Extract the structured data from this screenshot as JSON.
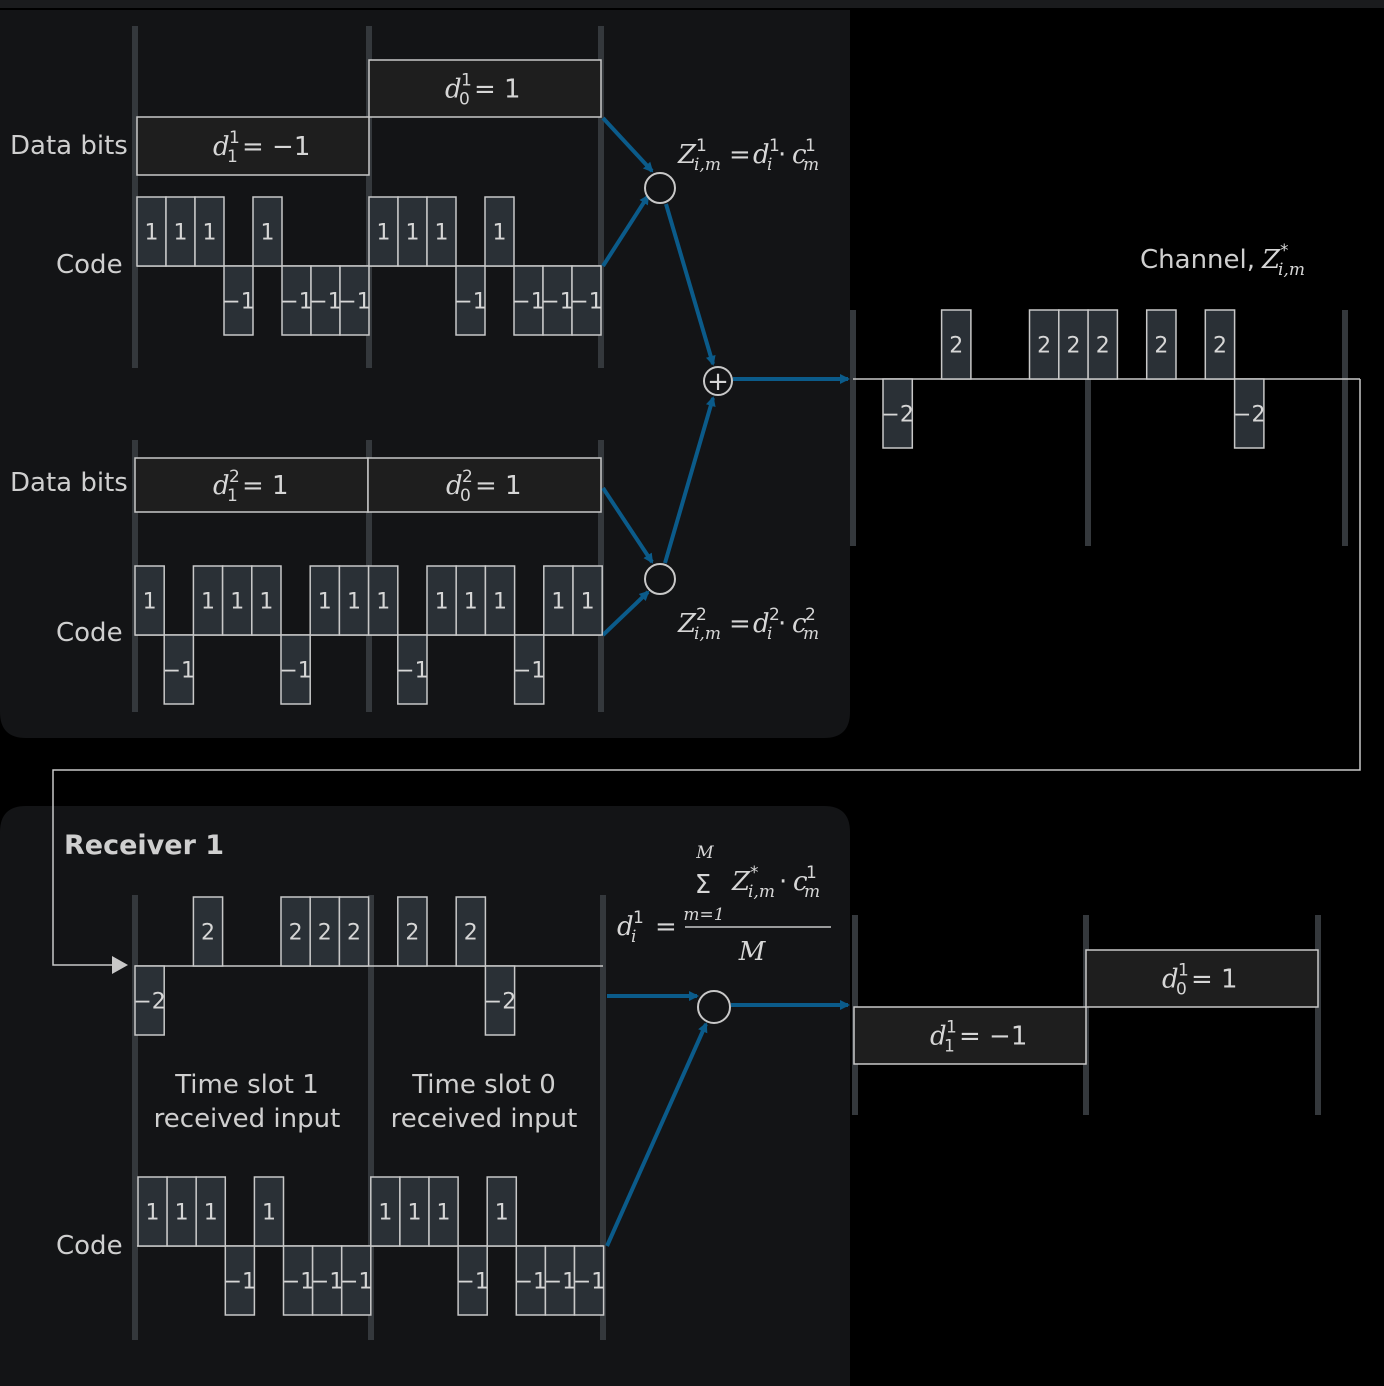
{
  "colors": {
    "background": "#000000",
    "panel": "#131416",
    "chip_fill": "#2a3036",
    "bit_fill": "#1e1e1e",
    "stroke": "#c8c8c8",
    "arrow": "#0b5b8a",
    "slot_line": "#34383c"
  },
  "labels": {
    "data_bits": "Data bits",
    "code": "Code",
    "channel": "Channel, ",
    "channel_sym": "Z",
    "channel_sup": "*",
    "channel_sub": "i,m",
    "receiver": "Receiver 1",
    "slot1_line1": "Time slot 1",
    "slot1_line2": "received input",
    "slot0_line1": "Time slot 0",
    "slot0_line2": "received input"
  },
  "sender1": {
    "bits": [
      {
        "sym": "d",
        "sup": "1",
        "sub": "1",
        "value": "= −1",
        "level": -1
      },
      {
        "sym": "d",
        "sup": "1",
        "sub": "0",
        "value": "= 1",
        "level": 1
      }
    ],
    "code": [
      1,
      1,
      1,
      -1,
      1,
      -1,
      -1,
      -1,
      1,
      1,
      1,
      -1,
      1,
      -1,
      -1,
      -1
    ],
    "code_labels": [
      "1",
      "1",
      "1",
      "−1",
      "1",
      "−1",
      "−1",
      "−1",
      "1",
      "1",
      "1",
      "−1",
      "1",
      "−1",
      "−1",
      "−1"
    ],
    "formula": {
      "lhs": "Z",
      "lhs_sup": "1",
      "lhs_sub": "i,m",
      "eq": "=",
      "d": "d",
      "d_sup": "1",
      "d_sub": "i",
      "dot": "·",
      "c": "c",
      "c_sup": "1",
      "c_sub": "m"
    }
  },
  "sender2": {
    "bits": [
      {
        "sym": "d",
        "sup": "2",
        "sub": "1",
        "value": "= 1",
        "level": 1
      },
      {
        "sym": "d",
        "sup": "2",
        "sub": "0",
        "value": "= 1",
        "level": 1
      }
    ],
    "code": [
      1,
      -1,
      1,
      1,
      1,
      -1,
      1,
      1,
      1,
      -1,
      1,
      1,
      1,
      -1,
      1,
      1
    ],
    "code_labels": [
      "1",
      "−1",
      "1",
      "1",
      "1",
      "−1",
      "1",
      "1",
      "1",
      "−1",
      "1",
      "1",
      "1",
      "−1",
      "1",
      "1"
    ],
    "formula": {
      "lhs": "Z",
      "lhs_sup": "2",
      "lhs_sub": "i,m",
      "eq": "=",
      "d": "d",
      "d_sup": "2",
      "d_sub": "i",
      "dot": "·",
      "c": "c",
      "c_sup": "2",
      "c_sub": "m"
    }
  },
  "sum_symbol": "+",
  "channel_signal": [
    -2,
    0,
    2,
    0,
    0,
    2,
    2,
    2,
    0,
    2,
    0,
    2,
    -2,
    0,
    0,
    0
  ],
  "channel_labels": [
    "−2",
    "",
    "2",
    "",
    "",
    "2",
    "2",
    "2",
    "",
    "2",
    "",
    "2",
    "−2",
    "",
    "",
    ""
  ],
  "receiver": {
    "received": [
      -2,
      0,
      2,
      0,
      0,
      2,
      2,
      2,
      0,
      2,
      0,
      2,
      -2,
      0,
      0,
      0
    ],
    "received_labels": [
      "−2",
      "",
      "2",
      "",
      "",
      "2",
      "2",
      "2",
      "",
      "2",
      "",
      "2",
      "−2",
      "",
      "",
      ""
    ],
    "code": [
      1,
      1,
      1,
      -1,
      1,
      -1,
      -1,
      -1,
      1,
      1,
      1,
      -1,
      1,
      -1,
      -1,
      -1
    ],
    "code_labels": [
      "1",
      "1",
      "1",
      "−1",
      "1",
      "−1",
      "−1",
      "−1",
      "1",
      "1",
      "1",
      "−1",
      "1",
      "−1",
      "−1",
      "−1"
    ],
    "formula": {
      "d": "d",
      "d_sup": "1",
      "d_sub": "i",
      "eq": "=",
      "sigma": "Σ",
      "sigma_top": "M",
      "sigma_bottom": "m=1",
      "z": "Z",
      "z_sup": "*",
      "z_sub": "i,m",
      "dot": "·",
      "c": "c",
      "c_sup": "1",
      "c_sub": "m",
      "denominator": "M"
    },
    "output_bits": [
      {
        "sym": "d",
        "sup": "1",
        "sub": "1",
        "value": "= −1",
        "level": -1
      },
      {
        "sym": "d",
        "sup": "1",
        "sub": "0",
        "value": "= 1",
        "level": 1
      }
    ]
  }
}
